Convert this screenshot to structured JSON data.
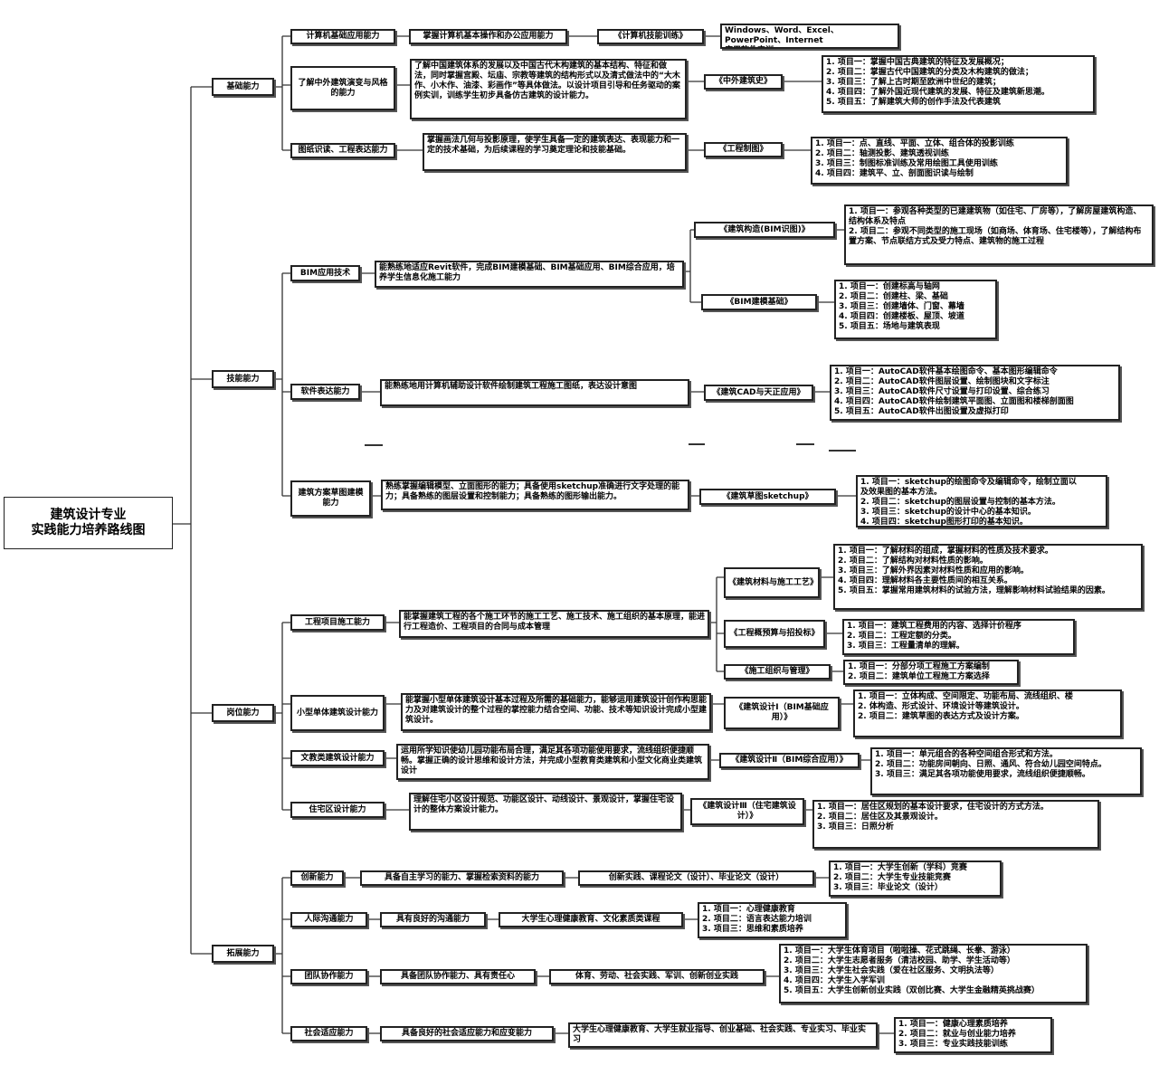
{
  "root": "建筑设计专业\n实践能力培养路线图",
  "categories": {
    "basic": "基础能力",
    "skill": "技能能力",
    "post": "岗位能力",
    "ext": "拓展能力"
  },
  "basic": {
    "b1": {
      "ability": "计算机基础应用能力",
      "req": "掌握计算机基本操作和办公应用能力",
      "course": "《计算机技能训练》",
      "content": "Windows、Word、Excel、PowerPoint、Internet\n应用软件实训"
    },
    "b2": {
      "ability": "了解中外建筑演变与风格的能力",
      "req": "了解中国建筑体系的发展以及中国古代木构建筑的基本结构、特征和做法，同时掌握宫殿、坛庙、宗教等建筑的结构形式以及清式做法中的“大木作、小木作、油漆、彩画作”等具体做法。以设计项目引导和任务驱动的案例实训，训练学生初步具备仿古建筑的设计能力。",
      "course": "《中外建筑史》",
      "content": "1. 项目一：掌握中国古典建筑的特征及发展概况；\n2. 项目二：掌握古代中国建筑的分类及木构建筑的做法；\n3. 项目三：了解上古时期至欧洲中世纪的建筑；\n4. 项目四：了解外国近现代建筑的发展、特征及建筑新思潮。\n5. 项目五：了解建筑大师的创作手法及代表建筑"
    },
    "b3": {
      "ability": "图纸识读、工程表达能力",
      "req": "掌握画法几何与投影原理，使学生具备一定的建筑表达、表现能力和一定的技术基础，为后续课程的学习奠定理论和技能基础。",
      "course": "《工程制图》",
      "content": "1. 项目一：点、直线、平面、立体、组合体的投影训练\n2. 项目二：轴测投影、建筑透视训练\n3. 项目三：制图标准训练及常用绘图工具使用训练\n4. 项目四：建筑平、立、剖面图识读与绘制"
    }
  },
  "skill": {
    "s1": {
      "ability": "BIM应用技术",
      "req": "能熟练地适应Revit软件，完成BIM建模基础、BIM基础应用、BIM综合应用，培养学生信息化施工能力",
      "course1": "《建筑构造(BIM识图)》",
      "content1": "1. 项目一：参观各种类型的已建建筑物（如住宅、厂房等），了解房屋建筑构造、结构体系及特点\n2. 项目二：参观不同类型的施工现场（如商场、体育场、住宅楼等），了解结构布置方案、节点联结方式及受力特点、建筑物的施工过程",
      "course2": "《BIM建模基础》",
      "content2": "1. 项目一：创建标高与轴网\n2. 项目二：创建柱、梁、基础\n3. 项目三：创建墙体、门窗、幕墙\n4. 项目四：创建楼板、屋顶、坡道\n5. 项目五：场地与建筑表现"
    },
    "s2": {
      "ability": "软件表达能力",
      "req": "能熟练地用计算机辅助设计软件绘制建筑工程施工图纸，表达设计意图",
      "course": "《建筑CAD与天正应用》",
      "content": "1. 项目一：AutoCAD软件基本绘图命令、基本图形编辑命令\n2. 项目二：AutoCAD软件图层设置、绘制图块和文字标注\n3. 项目三：AutoCAD软件尺寸设置与打印设置、综合练习\n4. 项目四：AutoCAD软件绘制建筑平面图、立面图和楼梯剖面图\n5. 项目五：AutoCAD软件出图设置及虚拟打印"
    },
    "s3": {
      "ability": "建筑方案草图建模能力",
      "req": "熟练掌握编辑模型、立面图形的能力；具备使用sketchup准确进行文字处理的能力；具备熟练的图层设置和控制能力；具备熟练的图形输出能力。",
      "course": "《建筑草图sketchup》",
      "content": "1. 项目一：sketchup的绘图命令及编辑命令，绘制立面以\n    及效果图的基本方法。\n2. 项目二：sketchup的图层设置与控制的基本方法。\n3. 项目三：sketchup的设计中心的基本知识。\n4. 项目四：sketchup图形打印的基本知识。"
    }
  },
  "post": {
    "p1": {
      "ability": "工程项目施工能力",
      "req": "能掌握建筑工程的各个施工环节的施工工艺、施工技术、施工组织的基本原理，能进行工程造价、工程项目的合同与成本管理",
      "course1": "《建筑材料与施工工艺》",
      "content1": "1. 项目一：了解材料的组成，掌握材料的性质及技术要求。\n2. 项目二：了解结构对材料性质的影响。\n3. 项目三：了解外界因素对材料性质和应用的影响。\n4. 项目四：理解材料各主要性质间的相互关系。\n5. 项目五：掌握常用建筑材料的试验方法，理解影响材料试验结果的因素。",
      "course2": "《工程概预算与招投标》",
      "content2": "1. 项目一：建筑工程费用的内容、选择计价程序\n2. 项目二：工程定额的分类。\n3. 项目三：工程量清单的理解。",
      "course3": "《施工组织与管理》",
      "content3": "1. 项目一：分部分项工程施工方案编制\n2. 项目二：建筑单位工程施工方案选择"
    },
    "p2": {
      "ability": "小型单体建筑设计能力",
      "req": "能掌握小型单体建筑设计基本过程及所需的基础能力，能够运用建筑设计创作构思能力及对建筑设计的整个过程的掌控能力结合空间、功能、技术等知识设计完成小型建筑设计。",
      "course": "《建筑设计Ⅰ（BIM基础应用）》",
      "content": "1. 项目一：立体构成、空间限定、功能布局、流线组织、楼\n2. 体构造、形式设计、环境设计等建筑设计。\n2. 项目二：建筑草图的表达方式及设计方案。"
    },
    "p3": {
      "ability": "文教类建筑设计能力",
      "req": "运用所学知识使幼儿园功能布局合理，满足其各项功能使用要求，流线组织便捷顺畅。掌握正确的设计思维和设计方法，并完成小型教育类建筑和小型文化商业类建筑设计",
      "course": "《建筑设计Ⅱ（BIM综合应用）》",
      "content": "1. 项目一：单元组合的各种空间组合形式和方法。\n2. 项目二：功能房间朝向、日照、通风、符合幼儿园空间特点。\n3. 项目三：满足其各项功能使用要求，流线组织便捷顺畅。"
    },
    "p4": {
      "ability": "住宅区设计能力",
      "req": "理解住宅小区设计规范、功能区设计、动线设计、景观设计，掌握住宅设计的整体方案设计能力。",
      "course": "《建筑设计Ⅲ（住宅建筑设计）》",
      "content": "1. 项目一：居住区规划的基本设计要求，住宅设计的方式方法。\n2. 项目二：居住区及其景观设计。\n3. 项目三：日照分析"
    }
  },
  "ext": {
    "e1": {
      "ability": "创新能力",
      "req": "具备自主学习的能力、掌握检索资料的能力",
      "course": "创新实践、课程论文（设计）、毕业论文（设计）",
      "content": "1. 项目一：大学生创新（学科）竞赛\n2. 项目二：大学生专业技能竞赛\n3. 项目三：毕业论文（设计）"
    },
    "e2": {
      "ability": "人际沟通能力",
      "req": "具有良好的沟通能力",
      "course": "大学生心理健康教育、文化素质类课程",
      "content": "1. 项目一：心理健康教育\n2. 项目二：语言表达能力培训\n3. 项目三：思维和素质培养"
    },
    "e3": {
      "ability": "团队协作能力",
      "req": "具备团队协作能力、具有责任心",
      "course": "体育、劳动、社会实践、军训、创新创业实践",
      "content": "1. 项目一：大学生体育项目（啦啦操、花式跳绳、长拳、游泳）\n2. 项目二：大学生志愿者服务（清洁校园、助学、学生活动等）\n3. 项目三：大学生社会实践（爱在社区服务、文明执法等）\n4. 项目四：大学生入学军训\n5. 项目五：大学生创新创业实践（双创比赛、大学生金融精英挑战赛）"
    },
    "e4": {
      "ability": "社会适应能力",
      "req": "具备良好的社会适应能力和应变能力",
      "course": "大学生心理健康教育、大学生就业指导、创业基础、社会实践、专业实习、毕业实习",
      "content": "1. 项目一：健康心理素质培养\n2. 项目二：就业与创业能力培养\n3. 项目三：专业实践技能训练"
    }
  }
}
